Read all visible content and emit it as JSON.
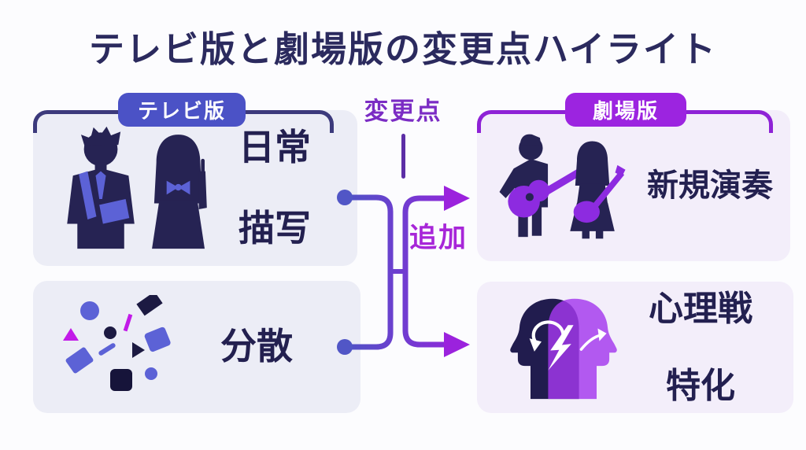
{
  "title": "テレビ版と劇場版の変更点ハイライト",
  "left_panel": {
    "badge": "テレビ版",
    "cards": [
      {
        "icon": "students-icon",
        "lines": [
          "日常",
          "描写"
        ]
      },
      {
        "icon": "scatter-icon",
        "lines": [
          "分散"
        ]
      }
    ]
  },
  "right_panel": {
    "badge": "劇場版",
    "cards": [
      {
        "icon": "guitar-duo-icon",
        "lines": [
          "新規演奏"
        ]
      },
      {
        "icon": "psychology-heads-icon",
        "lines": [
          "心理戦",
          "特化"
        ]
      }
    ]
  },
  "center": {
    "heading": "変更点",
    "edge_label": "追加"
  },
  "colors": {
    "title_text": "#2b2a5e",
    "tv_accent": "#4b52c6",
    "tv_border": "#3c3a7c",
    "tv_card_bg": "#ecedf6",
    "movie_accent": "#9c24e0",
    "movie_border": "#8e22d6",
    "movie_card_bg": "#f3eefa",
    "heading_text": "#7b2cc4",
    "edge_label_text": "#a726d8",
    "connector_blue": "#4a55c4",
    "connector_purple": "#9a22dd",
    "silhouette_navy": "#262353",
    "silhouette_indigo": "#5c62d6",
    "guitar_purple": "#8d2be0",
    "head_left_navy": "#211c4e",
    "head_right_purple": "#a438ee"
  }
}
